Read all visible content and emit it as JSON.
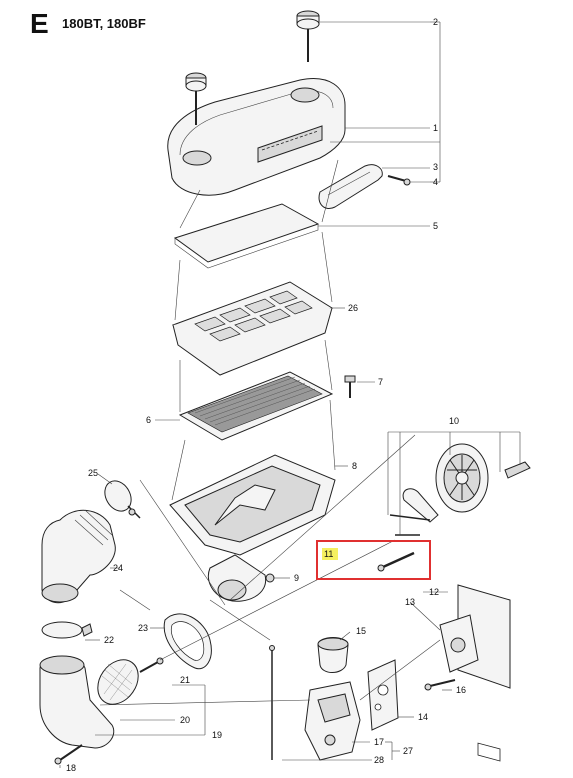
{
  "header": {
    "section": "E",
    "models": "180BT, 180BF"
  },
  "highlight": {
    "color": "#e03030",
    "label_color": "#f5f060"
  },
  "callouts": [
    {
      "id": "c1",
      "label": "1"
    },
    {
      "id": "c2",
      "label": "2"
    },
    {
      "id": "c3",
      "label": "3"
    },
    {
      "id": "c4",
      "label": "4"
    },
    {
      "id": "c5",
      "label": "5"
    },
    {
      "id": "c26",
      "label": "26"
    },
    {
      "id": "c7",
      "label": "7"
    },
    {
      "id": "c6",
      "label": "6"
    },
    {
      "id": "c8",
      "label": "8"
    },
    {
      "id": "c9",
      "label": "9"
    },
    {
      "id": "c10",
      "label": "10"
    },
    {
      "id": "c11",
      "label": "11"
    },
    {
      "id": "c25",
      "label": "25"
    },
    {
      "id": "c24",
      "label": "24"
    },
    {
      "id": "c23",
      "label": "23"
    },
    {
      "id": "c22",
      "label": "22"
    },
    {
      "id": "c21",
      "label": "21"
    },
    {
      "id": "c20",
      "label": "20"
    },
    {
      "id": "c19",
      "label": "19"
    },
    {
      "id": "c18",
      "label": "18"
    },
    {
      "id": "c12",
      "label": "12"
    },
    {
      "id": "c13",
      "label": "13"
    },
    {
      "id": "c15",
      "label": "15"
    },
    {
      "id": "c16",
      "label": "16"
    },
    {
      "id": "c14",
      "label": "14"
    },
    {
      "id": "c17",
      "label": "17"
    },
    {
      "id": "c27",
      "label": "27"
    },
    {
      "id": "c28",
      "label": "28"
    }
  ]
}
